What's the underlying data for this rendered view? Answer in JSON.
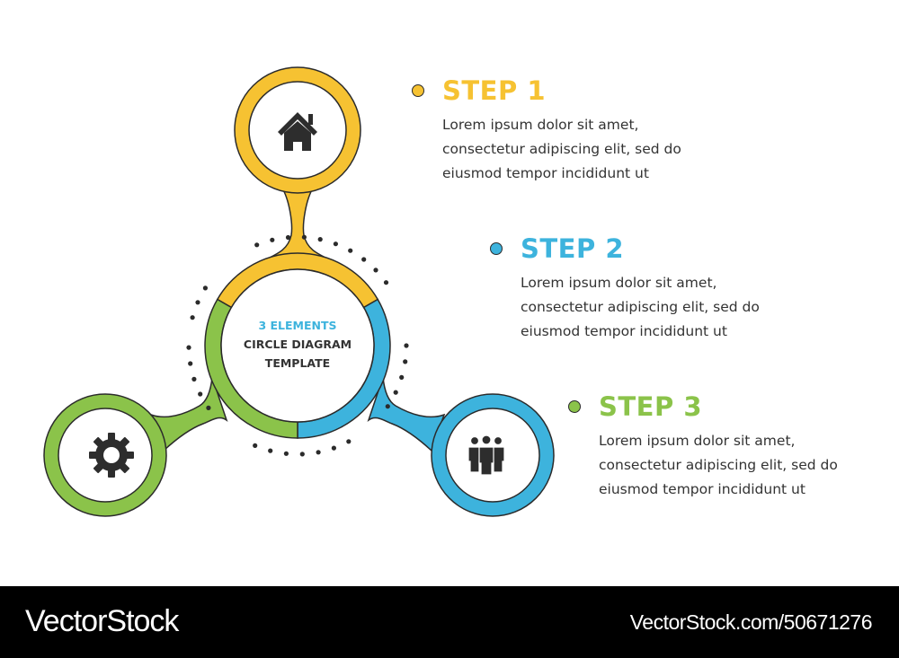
{
  "colors": {
    "yellow": "#f6c232",
    "blue": "#3db3dd",
    "green": "#8bc34a",
    "outline": "#2b2b2b",
    "icon": "#2d2d2d",
    "text": "#333333",
    "footer_bg": "#000000",
    "footer_text": "#ffffff"
  },
  "center": {
    "line1": "3 ELEMENTS",
    "line2": "CIRCLE DIAGRAM",
    "line3": "TEMPLATE"
  },
  "nodes": [
    {
      "position": "top",
      "color": "yellow",
      "icon": "house-icon"
    },
    {
      "position": "left",
      "color": "green",
      "icon": "gear-icon"
    },
    {
      "position": "right",
      "color": "blue",
      "icon": "people-group-icon"
    }
  ],
  "steps": [
    {
      "title": "STEP 1",
      "color": "#f6c232",
      "description": "Lorem ipsum dolor sit amet,\nconsectetur adipiscing elit, sed do\neiusmod tempor incididunt ut"
    },
    {
      "title": "STEP 2",
      "color": "#3db3dd",
      "description": "Lorem ipsum dolor sit amet,\nconsectetur adipiscing elit, sed do\neiusmod tempor incididunt ut"
    },
    {
      "title": "STEP 3",
      "color": "#8bc34a",
      "description": "Lorem ipsum dolor sit amet,\nconsectetur adipiscing elit, sed do\neiusmod tempor incididunt ut"
    }
  ],
  "footer": {
    "brand": "VectorStock",
    "reference": "VectorStock.com/50671276"
  }
}
